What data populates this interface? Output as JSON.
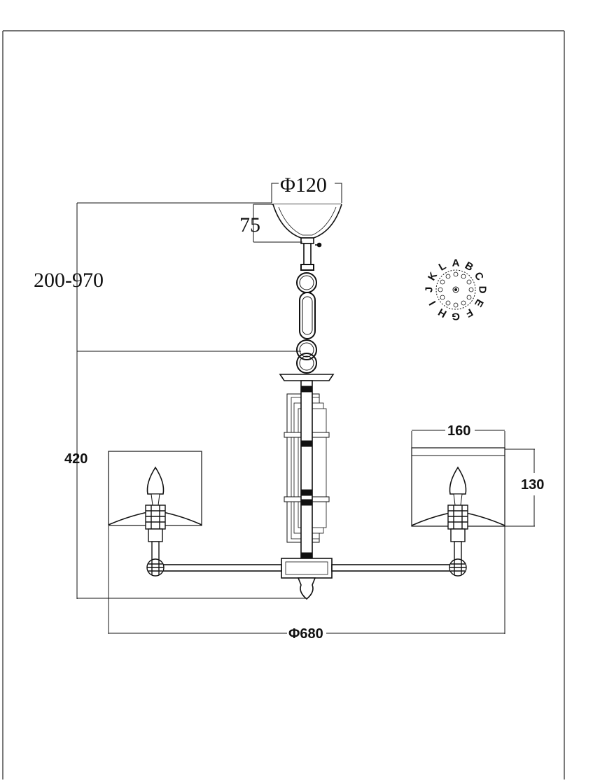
{
  "dimensions": {
    "canopy_diameter": "Φ120",
    "canopy_height": "75",
    "adjustable_height": "200-970",
    "body_height": "420",
    "shade_width": "160",
    "shade_height": "130",
    "overall_diameter": "Φ680"
  },
  "letter_wheel": {
    "letters": [
      "A",
      "B",
      "C",
      "D",
      "E",
      "F",
      "G",
      "H",
      "I",
      "J",
      "K",
      "L"
    ]
  }
}
